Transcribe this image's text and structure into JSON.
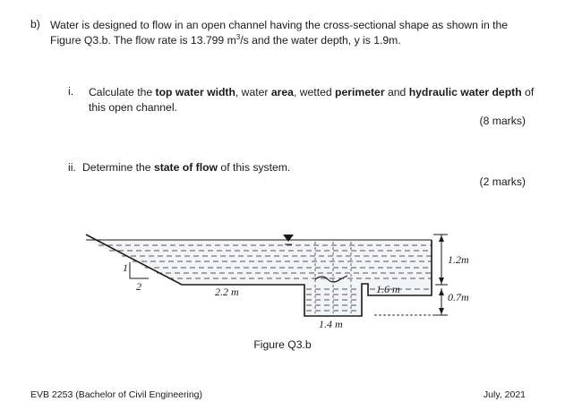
{
  "question": {
    "label": "b)",
    "text_a": "Water is designed to flow in an open channel having the cross-sectional shape as shown in the Figure Q3.b. The flow rate is 13.799 m",
    "text_sup": "3",
    "text_b": "/s and the water depth, y is 1.9m."
  },
  "part_i": {
    "numeral": "i.",
    "t1": "Calculate the ",
    "b1": "top water width",
    "t2": ", water ",
    "b2": "area",
    "t3": ", wetted ",
    "b3": "perimeter",
    "t4": " and ",
    "b4": "hydraulic water depth",
    "t5": " of this open channel.",
    "marks": "(8 marks)"
  },
  "part_ii": {
    "numeral": "ii.",
    "t1": "Determine the ",
    "b1": "state of flow",
    "t2": " of this system.",
    "marks": "(2 marks)"
  },
  "figure": {
    "caption": "Figure Q3.b",
    "labels": {
      "slope_rise": "1",
      "slope_run": "2",
      "left_width": "2.2 m",
      "bottom_width": "1.4 m",
      "right_width": "1.6 m",
      "upper_height": "1.2m",
      "lower_height": "0.7m"
    }
  },
  "footer": {
    "left": "EVB 2253 (Bachelor of Civil Engineering)",
    "right": "July, 2021"
  }
}
